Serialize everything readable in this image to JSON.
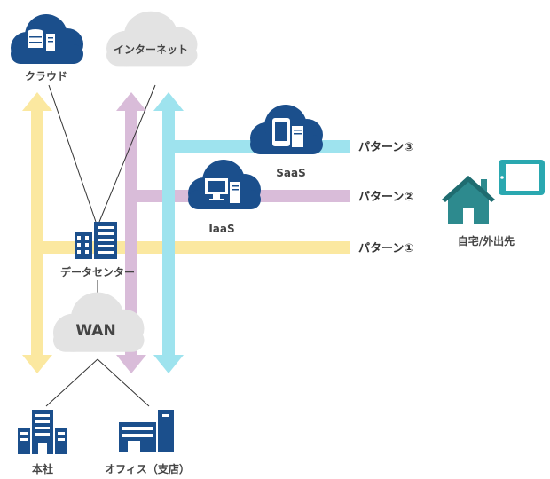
{
  "nodes": {
    "cloud": "クラウド",
    "internet": "インターネット",
    "saas": "SaaS",
    "iaas": "IaaS",
    "datacenter": "データセンター",
    "wan": "WAN",
    "headquarters": "本社",
    "branch_office": "オフィス（支店）",
    "home_remote": "自宅/外出先"
  },
  "patterns": {
    "p1": "パターン①",
    "p2": "パターン②",
    "p3": "パターン③"
  },
  "colors": {
    "pattern1_yellow": "#fbe8a0",
    "pattern2_purple": "#d9bcd9",
    "pattern3_cyan": "#9ee3ee",
    "icon_navy": "#1b4f8c",
    "house_teal": "#2d8a8e",
    "tablet_teal": "#2aa8b0",
    "cloud_gray": "#e3e3e3"
  }
}
